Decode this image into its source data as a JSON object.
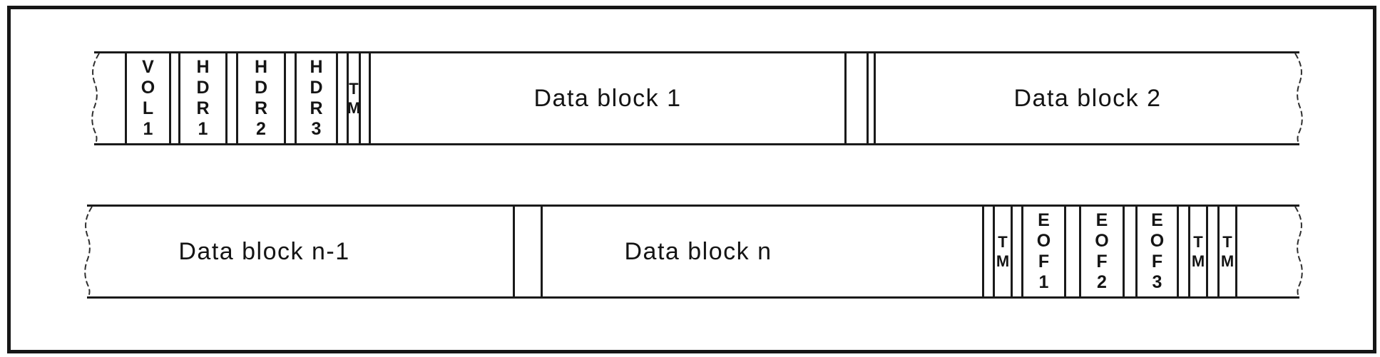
{
  "top_strip": {
    "vol1": "V\nO\nL\n1",
    "hdr1": "H\nD\nR\n1",
    "hdr2": "H\nD\nR\n2",
    "hdr3": "H\nD\nR\n3",
    "tm": "T\nM",
    "data_block_1": "Data block 1",
    "data_block_2": "Data block 2"
  },
  "bottom_strip": {
    "data_block_n_minus_1": "Data block n-1",
    "data_block_n": "Data block n",
    "tm_after_data": "T\nM",
    "eof1": "E\nO\nF\n1",
    "eof2": "E\nO\nF\n2",
    "eof3": "E\nO\nF\n3",
    "tm_trailer_1": "T\nM",
    "tm_trailer_2": "T\nM"
  }
}
